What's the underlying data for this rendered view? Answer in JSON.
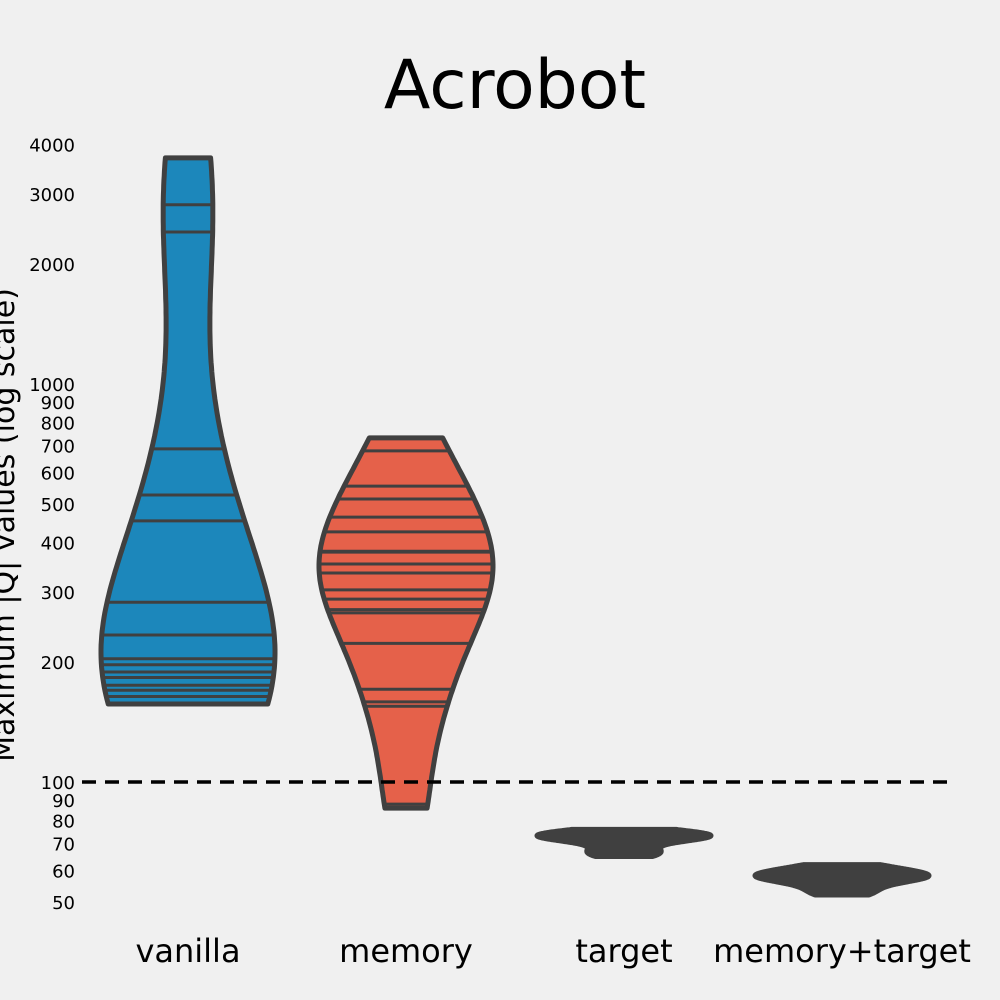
{
  "chart_data": {
    "type": "violin",
    "title": "Acrobot",
    "ylabel": "Maximum |Q| values (log scale)",
    "yscale": "log",
    "ylim": [
      45,
      4200
    ],
    "yticks": [
      50,
      60,
      70,
      80,
      90,
      100,
      200,
      300,
      400,
      500,
      600,
      700,
      800,
      900,
      1000,
      2000,
      3000,
      4000
    ],
    "grid": false,
    "inner": "stick",
    "reference_line": {
      "y": 100,
      "style": "dashed",
      "color": "#000000"
    },
    "outline_color": "#404040",
    "categories": [
      "vanilla",
      "memory",
      "target",
      "memory+target"
    ],
    "series": [
      {
        "category": "vanilla",
        "color": "#1c87bb",
        "values": [
          3700,
          2820,
          2410,
          687,
          526,
          453,
          283,
          234,
          204,
          197,
          189,
          183,
          175,
          170,
          164,
          157
        ]
      },
      {
        "category": "memory",
        "color": "#e5614a",
        "values": [
          732,
          679,
          554,
          514,
          463,
          425,
          380,
          378,
          353,
          335,
          304,
          288,
          271,
          266,
          223,
          171,
          159,
          155,
          88,
          86
        ]
      },
      {
        "category": "target",
        "color": "#404040",
        "values": [
          65,
          66,
          67,
          68,
          71,
          72,
          72.5,
          73,
          73,
          73.5,
          74,
          74,
          75,
          76
        ]
      },
      {
        "category": "memory+target",
        "color": "#404040",
        "values": [
          52,
          53,
          54.5,
          56,
          57,
          57.5,
          58,
          58,
          58.5,
          59,
          60,
          61,
          62
        ]
      }
    ]
  }
}
